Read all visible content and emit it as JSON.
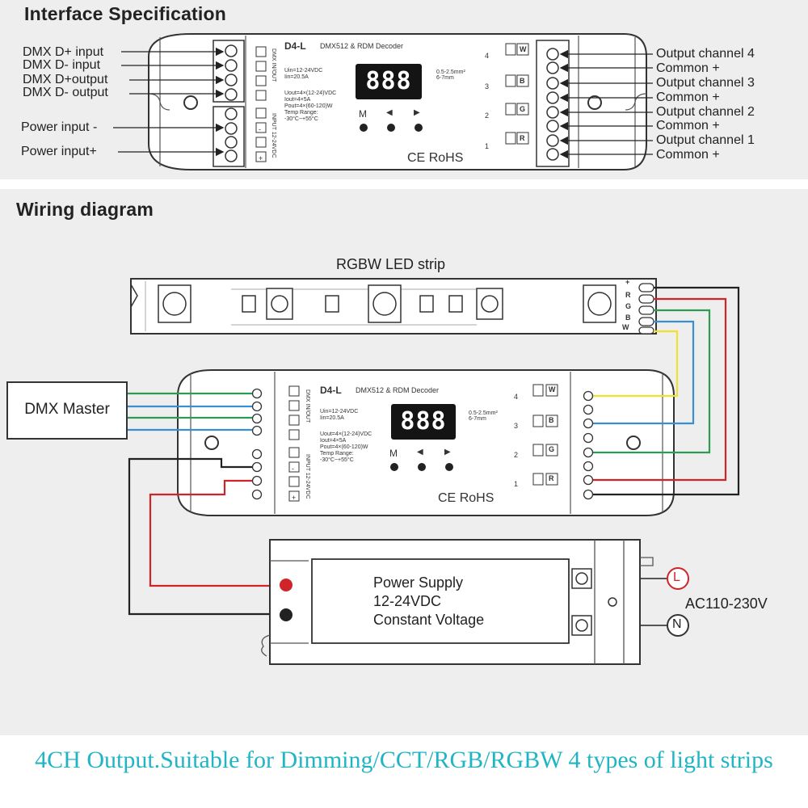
{
  "spec": {
    "heading": "Interface Specification",
    "left_labels": [
      "DMX D+ input",
      "DMX D- input",
      "DMX D+output",
      "DMX D- output",
      "Power input -",
      "Power input+"
    ],
    "right_labels": [
      "Output channel 4",
      "Common +",
      "Output channel 3",
      "Common +",
      "Output channel 2",
      "Common +",
      "Output channel 1",
      "Common +"
    ]
  },
  "device": {
    "model": "D4-L",
    "subtitle": "DMX512 & RDM Decoder",
    "display": "888",
    "specs_in": [
      "Uin=12-24VDC",
      "Iin=20.5A"
    ],
    "specs_out": [
      "Uout=4×(12-24)VDC",
      "Iout=4×5A",
      "Pout=4×(60-120)W",
      "Temp Range:",
      "-30°C~+55°C"
    ],
    "button_labels": [
      "M",
      "◀",
      "▶"
    ],
    "dmx_side_label": "DMX IN/OUT",
    "input_side_label": "INPUT 12-24VDC",
    "wire_spec": [
      "0.5-2.5mm²",
      "6-7mm"
    ],
    "certs": [
      "CE",
      "RoHS"
    ],
    "channel_numbers": [
      "4",
      "3",
      "2",
      "1"
    ],
    "channel_letters": [
      "W",
      "B",
      "G",
      "R"
    ],
    "plus_minus": [
      "+",
      "-"
    ]
  },
  "wiring": {
    "heading": "Wiring diagram",
    "led_strip_label": "RGBW LED strip",
    "strip_pins": [
      "+",
      "R",
      "G",
      "B",
      "W"
    ],
    "dmx_master": "DMX Master",
    "power_supply": [
      "Power Supply",
      "12-24VDC",
      "Constant Voltage"
    ],
    "ac_label": "AC110-230V",
    "line": "L",
    "neutral": "N"
  },
  "caption": "4CH Output.Suitable for Dimming/CCT/RGB/RGBW 4 types of light strips",
  "colors": {
    "wire_red": "#d0242b",
    "wire_green": "#2f9a52",
    "wire_blue": "#3a8fd0",
    "wire_yellow": "#f0e030",
    "wire_black": "#222222",
    "caption": "#21b5c4",
    "panel_bg": "#eeeeee"
  }
}
